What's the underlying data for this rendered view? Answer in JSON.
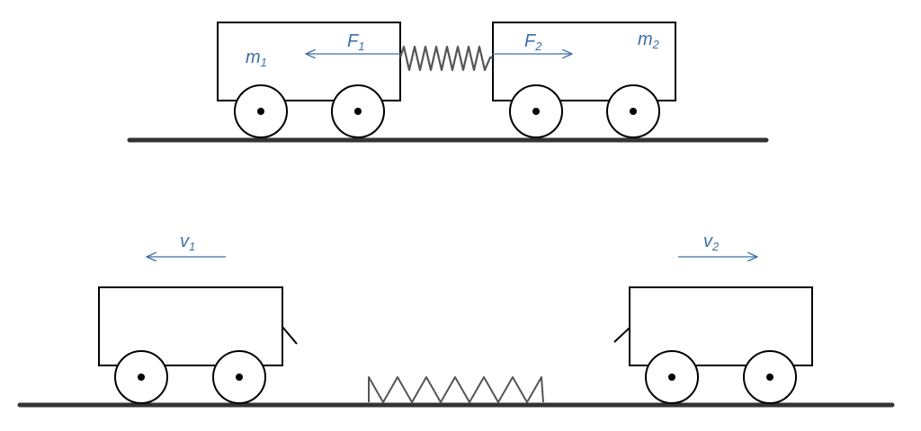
{
  "scene_top": {
    "cart_left": {
      "mass_symbol": "m",
      "mass_subscript": "1",
      "force_symbol": "F",
      "force_subscript": "1",
      "force_direction": "left"
    },
    "cart_right": {
      "mass_symbol": "m",
      "mass_subscript": "2",
      "force_symbol": "F",
      "force_subscript": "2",
      "force_direction": "right"
    },
    "spring_state": "compressed"
  },
  "scene_bottom": {
    "cart_left": {
      "velocity_symbol": "v",
      "velocity_subscript": "1",
      "velocity_direction": "left"
    },
    "cart_right": {
      "velocity_symbol": "v",
      "velocity_subscript": "2",
      "velocity_direction": "right"
    },
    "spring_state": "released"
  },
  "colors": {
    "outline": "#000000",
    "arrow": "#3d6fa8",
    "label": "#3d6fa8",
    "spring": "#555555",
    "ground": "#333333"
  }
}
